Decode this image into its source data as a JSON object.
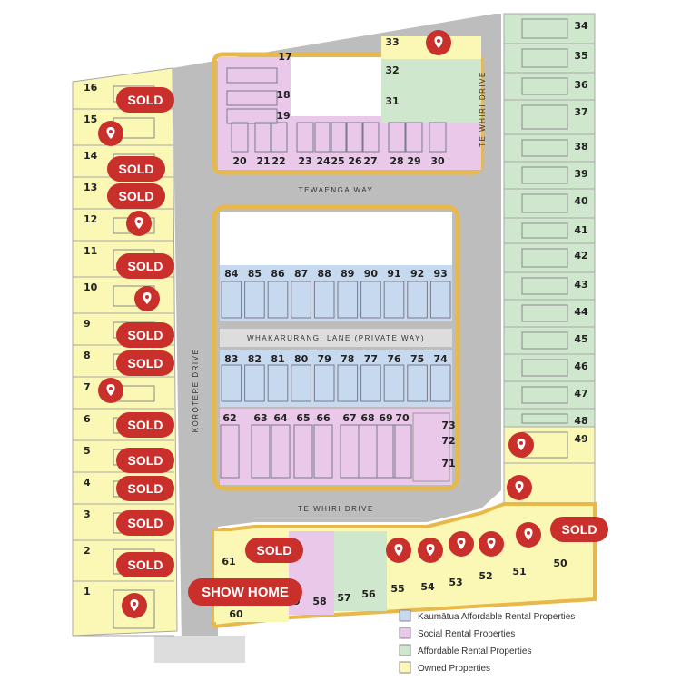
{
  "colors": {
    "owned": "#fbf8b5",
    "social": "#e9c8ea",
    "affordable": "#cfe8cd",
    "kaumatua": "#c7d9ef",
    "road": "#bdbdbd",
    "kerb": "#e8b84a",
    "sold": "#c9302c",
    "building": "#8a8a8a"
  },
  "roads": {
    "tewaenga": "TEWAENGA WAY",
    "te_whiri_east": "TE WHIRI DRIVE",
    "te_whiri_south": "TE WHIRI DRIVE",
    "korotere": "KOROTERE DRIVE",
    "whakarurangi": "WHAKARURANGI LANE (PRIVATE WAY)"
  },
  "markers": {
    "sold": "SOLD",
    "show_home": "SHOW HOME"
  },
  "legend": [
    {
      "label": "Kaumātua Affordable Rental Properties",
      "swatch": "kaumatua"
    },
    {
      "label": "Social Rental Properties",
      "swatch": "social"
    },
    {
      "label": "Affordable Rental Properties",
      "swatch": "affordable"
    },
    {
      "label": "Owned Properties",
      "swatch": "owned"
    }
  ],
  "lots": {
    "west": [
      "16",
      "15",
      "14",
      "13",
      "12",
      "11",
      "10",
      "9",
      "8",
      "7",
      "6",
      "5",
      "4",
      "3",
      "2",
      "1"
    ],
    "north_a": [
      "17",
      "18",
      "19"
    ],
    "north_row": [
      "20",
      "21",
      "22",
      "23",
      "24",
      "25",
      "26",
      "27",
      "28",
      "29",
      "30"
    ],
    "north_c": [
      "33",
      "32",
      "31"
    ],
    "east": [
      "34",
      "35",
      "36",
      "37",
      "38",
      "39",
      "40",
      "41",
      "42",
      "43",
      "44",
      "45",
      "46",
      "47",
      "48",
      "49"
    ],
    "mid_top": [
      "84",
      "85",
      "86",
      "87",
      "88",
      "89",
      "90",
      "91",
      "92",
      "93"
    ],
    "mid_bottom": [
      "83",
      "82",
      "81",
      "80",
      "79",
      "78",
      "77",
      "76",
      "75",
      "74"
    ],
    "south_block": [
      "62",
      "63",
      "64",
      "65",
      "66",
      "67",
      "68",
      "69",
      "70",
      "73",
      "72",
      "71"
    ],
    "south_row": [
      "61",
      "60",
      "59",
      "58",
      "57",
      "56",
      "55",
      "54",
      "53",
      "52",
      "51",
      "50"
    ]
  }
}
